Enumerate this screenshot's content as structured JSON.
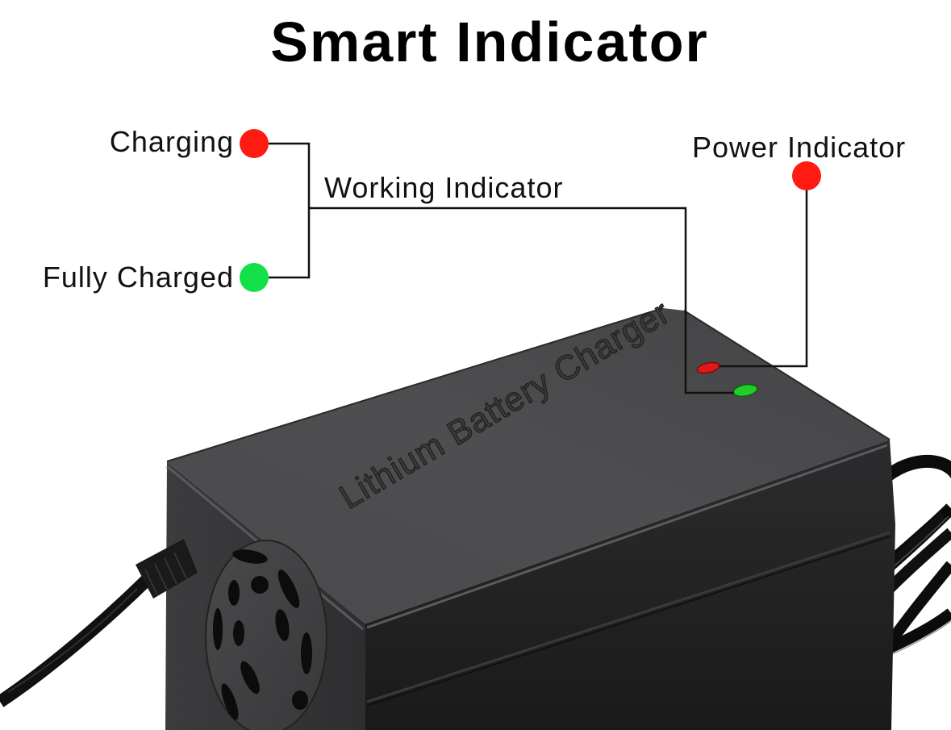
{
  "title": "Smart Indicator",
  "legend": {
    "charging": {
      "label": "Charging",
      "color": "#ff1a12"
    },
    "fully_charged": {
      "label": "Fully Charged",
      "color": "#12e046"
    },
    "working_indicator": {
      "label": "Working Indicator"
    },
    "power_indicator": {
      "label": "Power Indicator",
      "color": "#ff1a12"
    }
  },
  "product": {
    "embossed_text": "Lithium Battery Charger",
    "body_color": "#3f3f41",
    "led_power_color": "#e01818",
    "led_working_color": "#22cc2a"
  },
  "colors": {
    "line": "#111111",
    "background": "#ffffff"
  }
}
